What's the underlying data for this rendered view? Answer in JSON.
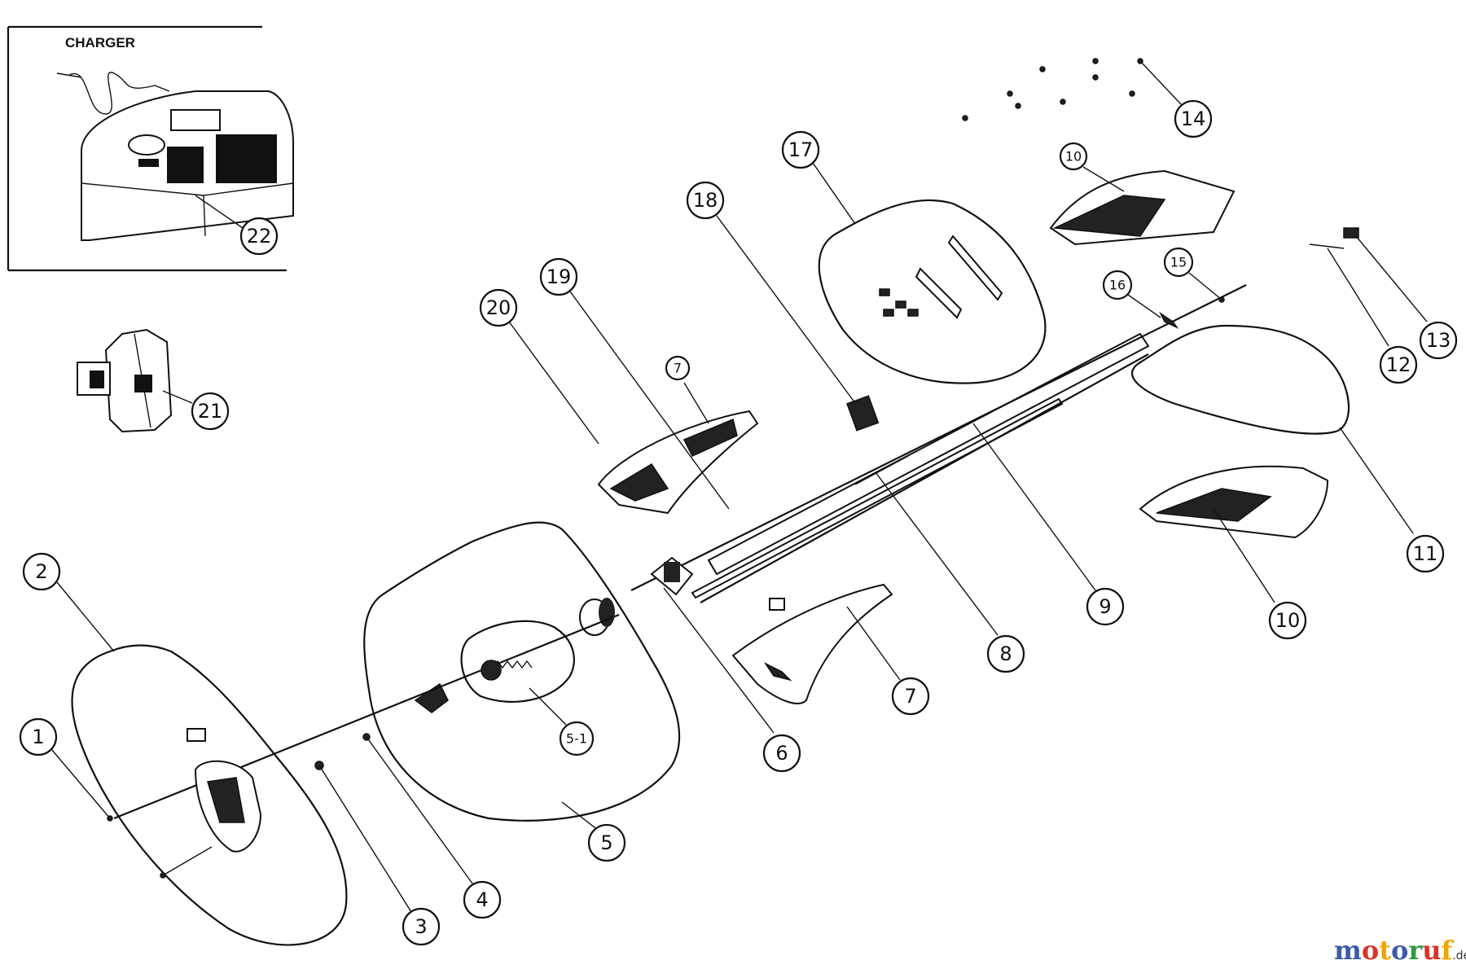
{
  "header": {
    "charger_label": "CHARGER"
  },
  "callouts": {
    "c1": "1",
    "c2": "2",
    "c3": "3",
    "c4": "4",
    "c5": "5",
    "c5_1": "5-1",
    "c6": "6",
    "c7": "7",
    "c7_small": "7",
    "c8": "8",
    "c9": "9",
    "c10": "10",
    "c10_small": "10",
    "c11": "11",
    "c12": "12",
    "c13": "13",
    "c14": "14",
    "c15": "15",
    "c16": "16",
    "c17": "17",
    "c18": "18",
    "c19": "19",
    "c20": "20",
    "c21": "21",
    "c22": "22"
  },
  "watermark": {
    "parts": [
      "m",
      "o",
      "t",
      "o",
      "r",
      "u",
      "f"
    ],
    "suffix": ".de",
    "colors": [
      "#3b5aa8",
      "#d9342b",
      "#f0a500",
      "#3b5aa8",
      "#2e9a3e",
      "#d9342b",
      "#f0a500"
    ]
  }
}
